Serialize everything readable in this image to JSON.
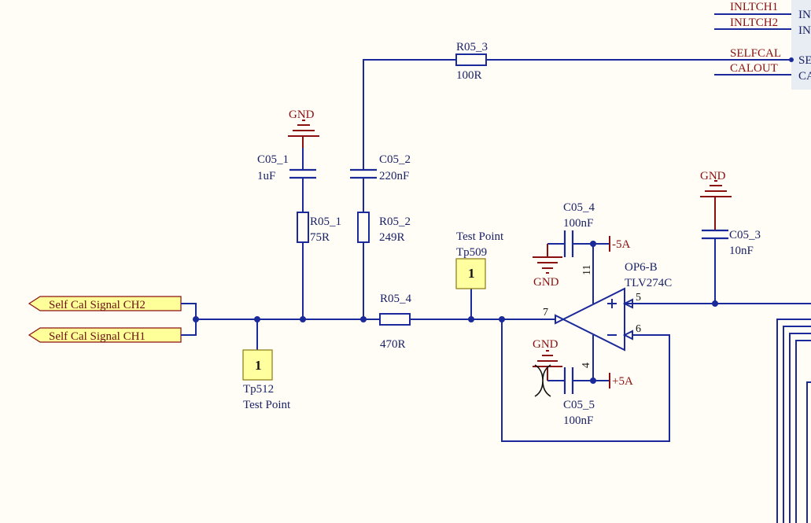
{
  "sheet_pins": [
    {
      "net": "INLTCH1",
      "pin": "IN"
    },
    {
      "net": "INLTCH2",
      "pin": "IN"
    },
    {
      "net": "SELFCAL",
      "pin": "SE"
    },
    {
      "net": "CALOUT",
      "pin": "CA"
    }
  ],
  "ports": [
    {
      "label": "Self Cal Signal CH2"
    },
    {
      "label": "Self Cal Signal CH1"
    }
  ],
  "components": {
    "r05_3": {
      "designator": "R05_3",
      "value": "100R"
    },
    "c05_1": {
      "designator": "C05_1",
      "value": "1uF"
    },
    "c05_2": {
      "designator": "C05_2",
      "value": "220nF"
    },
    "r05_1": {
      "designator": "R05_1",
      "value": "75R"
    },
    "r05_2": {
      "designator": "R05_2",
      "value": "249R"
    },
    "r05_4": {
      "designator": "R05_4",
      "value": "470R"
    },
    "c05_4": {
      "designator": "C05_4",
      "value": "100nF"
    },
    "c05_5": {
      "designator": "C05_5",
      "value": "100nF"
    },
    "c05_3": {
      "designator": "C05_3",
      "value": "10nF"
    },
    "op6b": {
      "designator": "OP6-B",
      "value": "TLV274C",
      "pins": {
        "out": "7",
        "in_pos": "5",
        "in_neg": "6",
        "vneg": "11",
        "vpos": "4"
      }
    },
    "tp509": {
      "name": "Test Point",
      "designator": "Tp509",
      "pin": "1"
    },
    "tp512": {
      "name": "Test Point",
      "designator": "Tp512",
      "pin": "1"
    }
  },
  "nets": {
    "gnd": "GND",
    "neg5a": "-5A",
    "pos5a": "+5A"
  }
}
